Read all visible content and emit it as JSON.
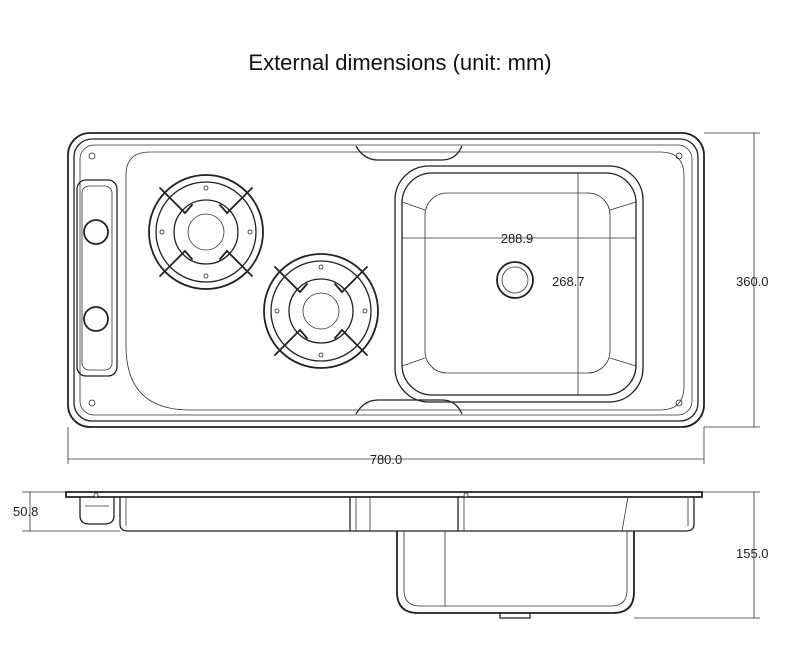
{
  "title": "External dimensions (unit: mm)",
  "dimensions": {
    "width": "780.0",
    "depth": "360.0",
    "sink_width": "288.9",
    "sink_depth": "268.7",
    "top_height": "50.8",
    "total_height": "155.0"
  }
}
